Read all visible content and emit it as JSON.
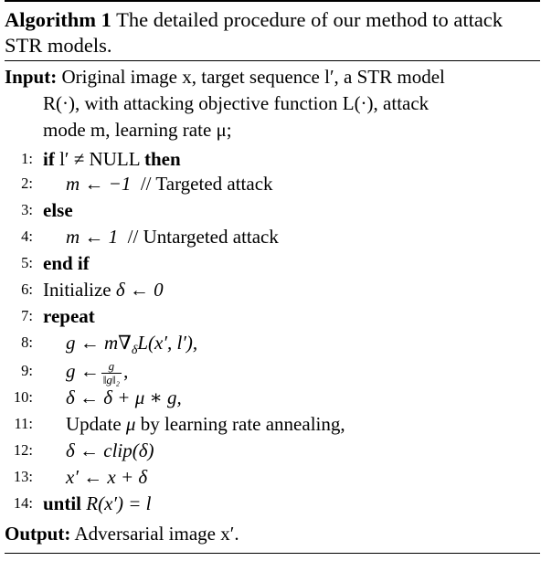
{
  "caption": {
    "label": "Algorithm 1",
    "text1": " The detailed procedure of our method to attack",
    "text2": "STR models."
  },
  "input": {
    "label": "Input:",
    "line1": "Original image x, target sequence l′, a STR model",
    "line2": "R(·), with attacking objective function L(·), attack",
    "line3": "mode m, learning rate μ;"
  },
  "steps": [
    {
      "num": "1:",
      "parts": [
        {
          "t": "if",
          "s": "b"
        },
        {
          "t": " l′ ≠ NULL ",
          "s": ""
        },
        {
          "t": "then",
          "s": "b"
        }
      ]
    },
    {
      "num": "2:",
      "parts": [
        {
          "t": "m ← −1",
          "s": "i"
        },
        {
          "t": "  // Targeted attack",
          "s": ""
        }
      ]
    },
    {
      "num": "3:",
      "parts": [
        {
          "t": "else",
          "s": "b"
        }
      ]
    },
    {
      "num": "4:",
      "parts": [
        {
          "t": "m ← 1",
          "s": "i"
        },
        {
          "t": "  // Untargeted attack",
          "s": ""
        }
      ]
    },
    {
      "num": "5:",
      "parts": [
        {
          "t": "end if",
          "s": "b"
        }
      ]
    },
    {
      "num": "6:",
      "parts": [
        {
          "t": "Initialize ",
          "s": ""
        },
        {
          "t": "δ ← 0",
          "s": "i"
        }
      ]
    },
    {
      "num": "7:",
      "parts": [
        {
          "t": "repeat",
          "s": "b"
        }
      ]
    },
    {
      "num": "8:",
      "parts": [
        {
          "t": "g ← m∇",
          "s": "i"
        },
        {
          "t": "δ",
          "s": "sub"
        },
        {
          "t": "L(x′, l′),",
          "s": "i"
        }
      ]
    },
    {
      "num": "9:",
      "parts": [
        {
          "t": "g ←",
          "s": "i"
        },
        {
          "t": "FRAC",
          "s": "frac"
        },
        {
          "t": ",",
          "s": ""
        }
      ]
    },
    {
      "num": "10:",
      "parts": [
        {
          "t": "δ ← δ + μ ∗ g,",
          "s": "i"
        }
      ]
    },
    {
      "num": "11:",
      "parts": [
        {
          "t": "Update ",
          "s": ""
        },
        {
          "t": "μ",
          "s": "i"
        },
        {
          "t": " by learning rate annealing,",
          "s": ""
        }
      ]
    },
    {
      "num": "12:",
      "parts": [
        {
          "t": "δ ← clip(δ)",
          "s": "i"
        }
      ]
    },
    {
      "num": "13:",
      "parts": [
        {
          "t": "x′ ← x + δ",
          "s": "i"
        }
      ]
    },
    {
      "num": "14:",
      "parts": [
        {
          "t": "until",
          "s": "b"
        },
        {
          "t": " R(x′) = l",
          "s": "i"
        }
      ]
    }
  ],
  "fraction": {
    "numerator": "g",
    "denominator": "‖g‖₂"
  },
  "output": {
    "label": "Output:",
    "text": "Adversarial image x′."
  }
}
